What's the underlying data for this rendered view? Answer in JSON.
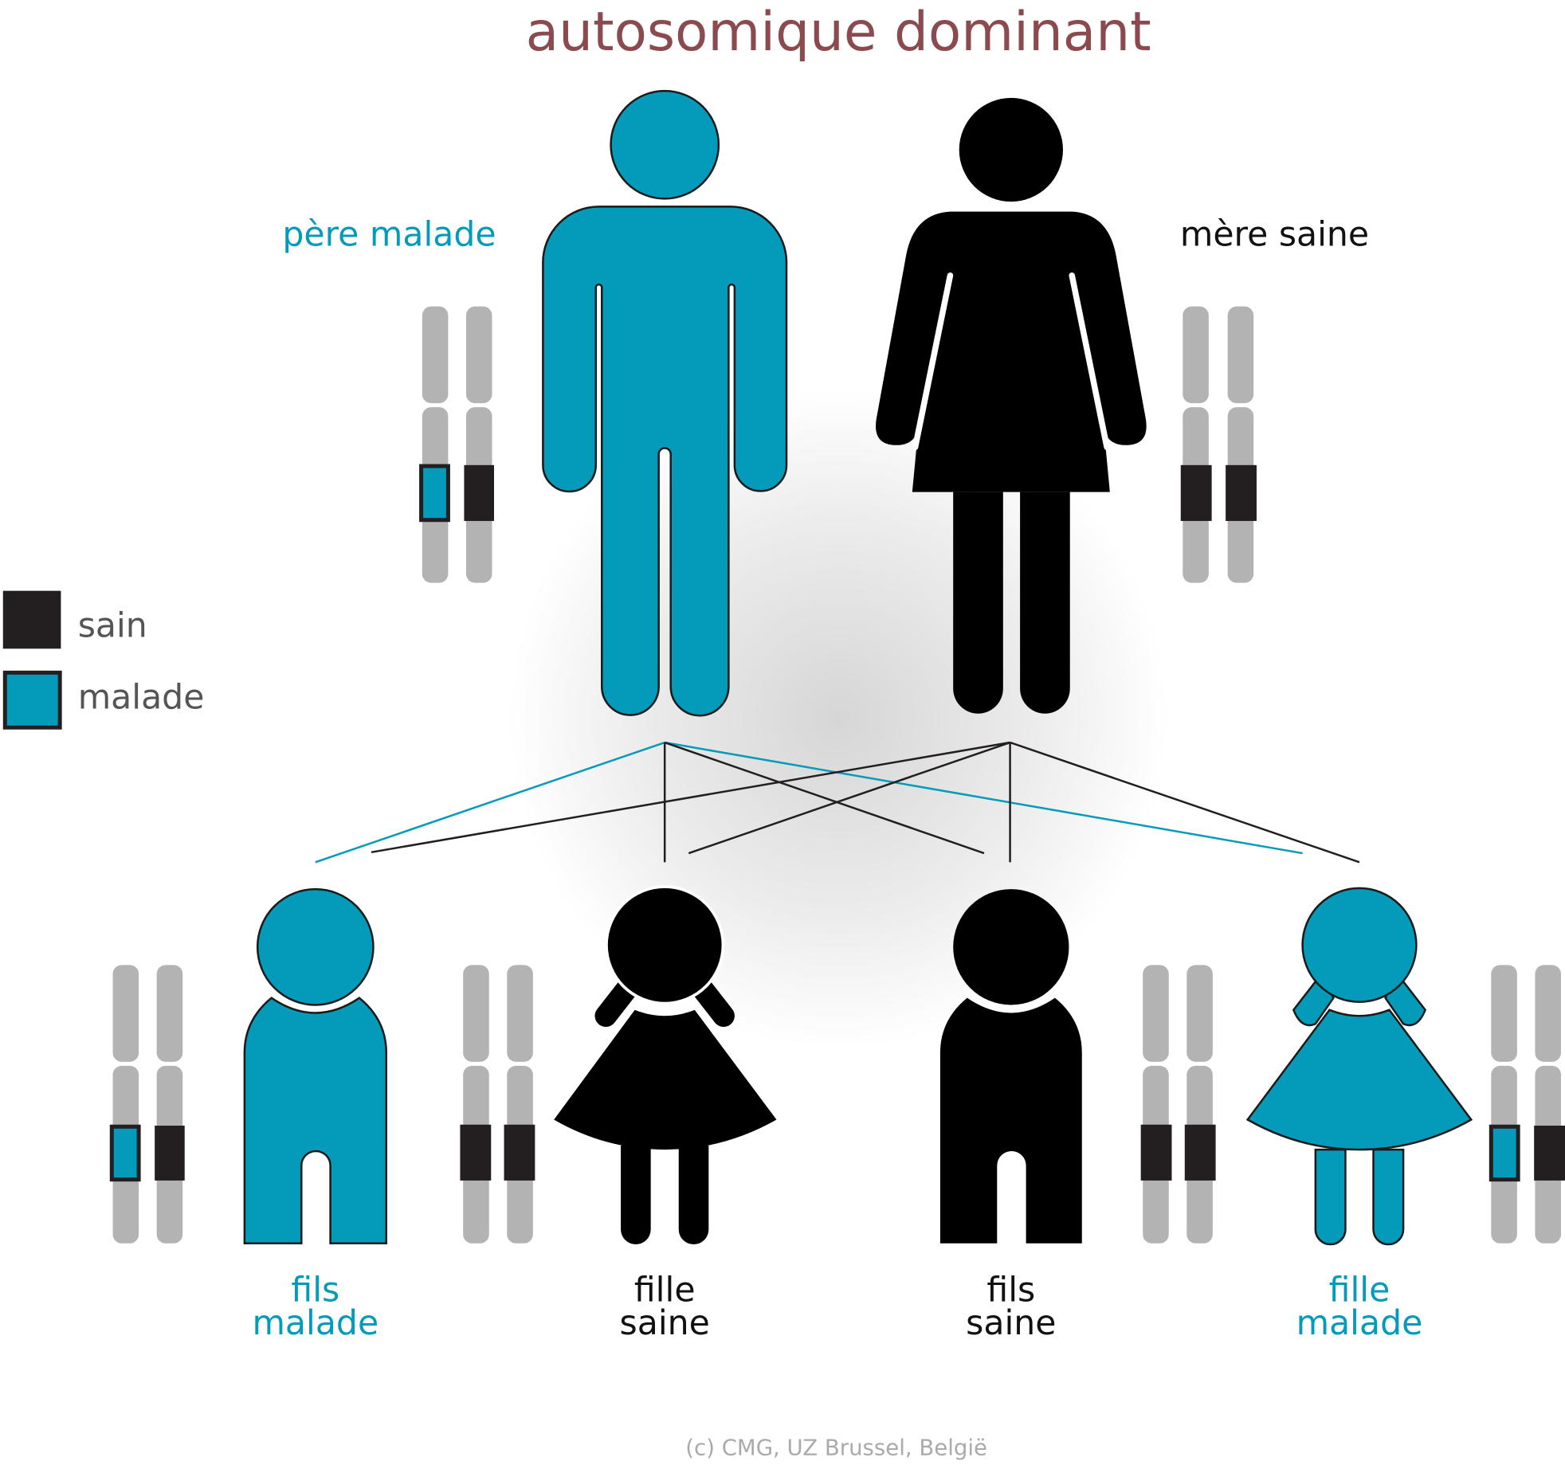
{
  "title": "autosomique dominant",
  "parents": {
    "father_label": "père malade",
    "mother_label": "mère saine"
  },
  "legend": {
    "healthy": "sain",
    "affected": "malade"
  },
  "children": [
    {
      "line1": "fils",
      "line2": "malade",
      "status": "affected"
    },
    {
      "line1": "fille",
      "line2": "saine",
      "status": "healthy"
    },
    {
      "line1": "fils",
      "line2": "saine",
      "status": "healthy"
    },
    {
      "line1": "fille",
      "line2": "malade",
      "status": "affected"
    }
  ],
  "copyright": "(c) CMG, UZ Brussel, België",
  "colors": {
    "affected": "#039bb9",
    "healthy": "#000000",
    "allele_healthy": "#231f20",
    "chromosome": "#b3b3b3",
    "title": "#8b4a4e"
  }
}
